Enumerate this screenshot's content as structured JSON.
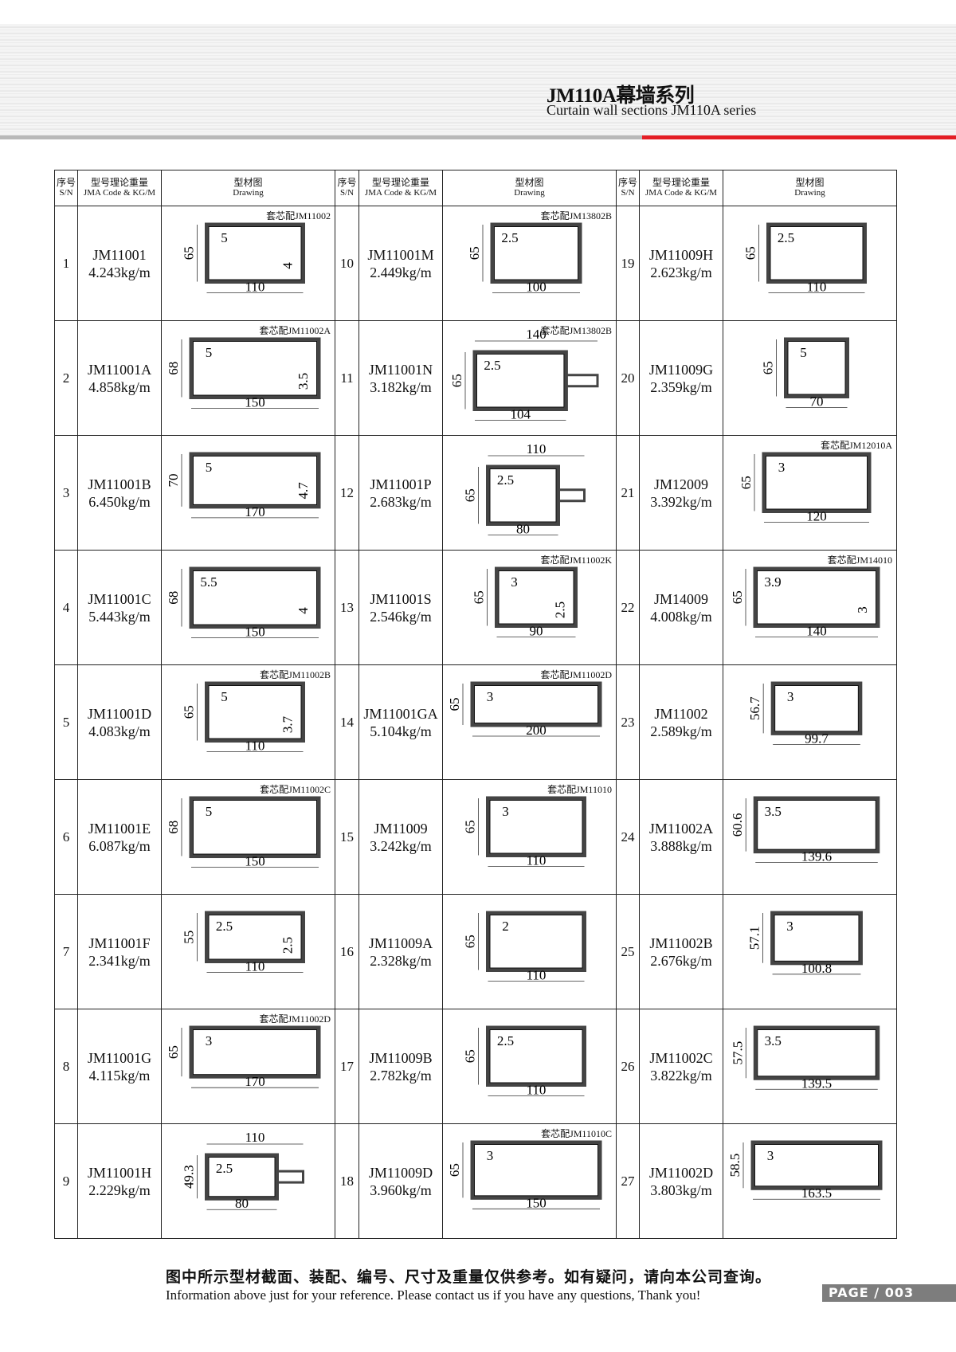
{
  "header": {
    "title": "JM110A幕墙系列",
    "subtitle": "Curtain wall sections JM110A series"
  },
  "columns": {
    "sn_cn": "序号",
    "sn_en": "S/N",
    "code_cn": "型号理论重量",
    "code_en": "JMA Code & KG/M",
    "draw_cn": "型材图",
    "draw_en": "Drawing"
  },
  "items": [
    {
      "sn": "1",
      "code": "JM11001",
      "weight": "4.243kg/m",
      "note": "套芯配JM11002",
      "w": "110",
      "h": "65",
      "t": [
        "5",
        "4"
      ]
    },
    {
      "sn": "2",
      "code": "JM11001A",
      "weight": "4.858kg/m",
      "note": "套芯配JM11002A",
      "w": "150",
      "h": "68",
      "t": [
        "5",
        "3.5"
      ]
    },
    {
      "sn": "3",
      "code": "JM11001B",
      "weight": "6.450kg/m",
      "note": "",
      "w": "170",
      "h": "70",
      "t": [
        "5",
        "4.7"
      ]
    },
    {
      "sn": "4",
      "code": "JM11001C",
      "weight": "5.443kg/m",
      "note": "",
      "w": "150",
      "h": "68",
      "t": [
        "5.5",
        "4"
      ]
    },
    {
      "sn": "5",
      "code": "JM11001D",
      "weight": "4.083kg/m",
      "note": "套芯配JM11002B",
      "w": "110",
      "h": "65",
      "t": [
        "5",
        "3.7"
      ]
    },
    {
      "sn": "6",
      "code": "JM11001E",
      "weight": "6.087kg/m",
      "note": "套芯配JM11002C",
      "w": "150",
      "h": "68",
      "t": [
        "5"
      ]
    },
    {
      "sn": "7",
      "code": "JM11001F",
      "weight": "2.341kg/m",
      "note": "",
      "w": "110",
      "h": "55",
      "t": [
        "2.5",
        "2.5"
      ]
    },
    {
      "sn": "8",
      "code": "JM11001G",
      "weight": "4.115kg/m",
      "note": "套芯配JM11002D",
      "w": "170",
      "h": "65",
      "t": [
        "3"
      ]
    },
    {
      "sn": "9",
      "code": "JM11001H",
      "weight": "2.229kg/m",
      "note": "",
      "w": "80",
      "w2": "110",
      "h": "49.3",
      "t": [
        "2.5"
      ]
    },
    {
      "sn": "10",
      "code": "JM11001M",
      "weight": "2.449kg/m",
      "note": "套芯配JM13802B",
      "w": "100",
      "h": "65",
      "t": [
        "2.5"
      ]
    },
    {
      "sn": "11",
      "code": "JM11001N",
      "weight": "3.182kg/m",
      "note": "套芯配JM13802B",
      "w": "104",
      "w2": "140",
      "h": "65",
      "t": [
        "2.5"
      ]
    },
    {
      "sn": "12",
      "code": "JM11001P",
      "weight": "2.683kg/m",
      "note": "",
      "w": "80",
      "w2": "110",
      "h": "65",
      "t": [
        "2.5"
      ]
    },
    {
      "sn": "13",
      "code": "JM11001S",
      "weight": "2.546kg/m",
      "note": "套芯配JM11002K",
      "w": "90",
      "h": "65",
      "t": [
        "3",
        "2.5"
      ]
    },
    {
      "sn": "14",
      "code": "JM11001GA",
      "weight": "5.104kg/m",
      "note": "套芯配JM11002D",
      "w": "200",
      "h": "65",
      "t": [
        "3"
      ]
    },
    {
      "sn": "15",
      "code": "JM11009",
      "weight": "3.242kg/m",
      "note": "套芯配JM11010",
      "w": "110",
      "h": "65",
      "t": [
        "3"
      ]
    },
    {
      "sn": "16",
      "code": "JM11009A",
      "weight": "2.328kg/m",
      "note": "",
      "w": "110",
      "h": "65",
      "t": [
        "2"
      ]
    },
    {
      "sn": "17",
      "code": "JM11009B",
      "weight": "2.782kg/m",
      "note": "",
      "w": "110",
      "h": "65",
      "t": [
        "2.5"
      ]
    },
    {
      "sn": "18",
      "code": "JM11009D",
      "weight": "3.960kg/m",
      "note": "套芯配JM11010C",
      "w": "150",
      "h": "65",
      "t": [
        "3"
      ]
    },
    {
      "sn": "19",
      "code": "JM11009H",
      "weight": "2.623kg/m",
      "note": "",
      "w": "110",
      "h": "65",
      "t": [
        "2.5"
      ]
    },
    {
      "sn": "20",
      "code": "JM11009G",
      "weight": "2.359kg/m",
      "note": "",
      "w": "70",
      "h": "65",
      "t": [
        "5"
      ]
    },
    {
      "sn": "21",
      "code": "JM12009",
      "weight": "3.392kg/m",
      "note": "套芯配JM12010A",
      "w": "120",
      "h": "65",
      "t": [
        "3"
      ]
    },
    {
      "sn": "22",
      "code": "JM14009",
      "weight": "4.008kg/m",
      "note": "套芯配JM14010",
      "w": "140",
      "h": "65",
      "t": [
        "3.9",
        "3"
      ]
    },
    {
      "sn": "23",
      "code": "JM11002",
      "weight": "2.589kg/m",
      "note": "",
      "w": "99.7",
      "h": "56.7",
      "t": [
        "3"
      ]
    },
    {
      "sn": "24",
      "code": "JM11002A",
      "weight": "3.888kg/m",
      "note": "",
      "w": "139.6",
      "h": "60.6",
      "t": [
        "3.5"
      ]
    },
    {
      "sn": "25",
      "code": "JM11002B",
      "weight": "2.676kg/m",
      "note": "",
      "w": "100.8",
      "h": "57.1",
      "t": [
        "3"
      ]
    },
    {
      "sn": "26",
      "code": "JM11002C",
      "weight": "3.822kg/m",
      "note": "",
      "w": "139.5",
      "h": "57.5",
      "t": [
        "3.5"
      ]
    },
    {
      "sn": "27",
      "code": "JM11002D",
      "weight": "3.803kg/m",
      "note": "",
      "w": "163.5",
      "h": "58.5",
      "t": [
        "3"
      ]
    }
  ],
  "footer": {
    "note_cn": "图中所示型材截面、装配、编号、尺寸及重量仅供参考。如有疑问，请向本公司查询。",
    "note_en": "Information above just for your reference. Please contact us if you have any questions, Thank you!",
    "page": "PAGE  /  003"
  },
  "colors": {
    "accent": "#e41e25",
    "profile_fill": "#8a8a8a",
    "page_badge": "#7d7d7d"
  }
}
